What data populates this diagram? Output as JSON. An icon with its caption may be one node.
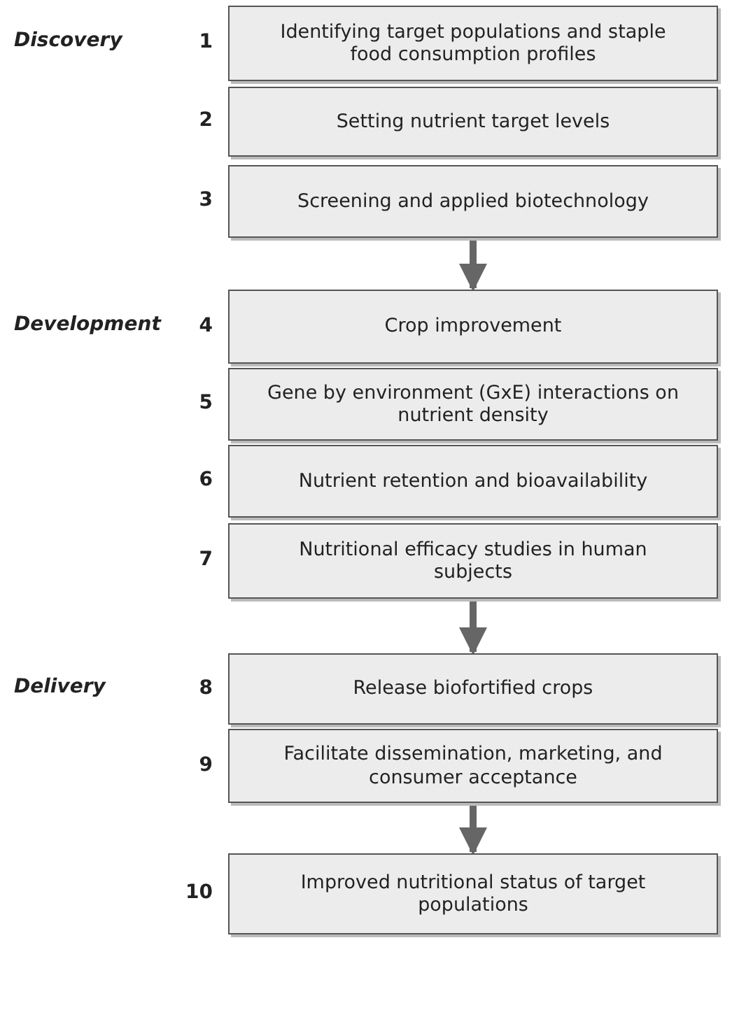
{
  "diagram": {
    "nodes": [
      {
        "text": [
          "Identifying target populations and staple food consumption profiles"
        ],
        "beside": [
          "1"
        ]
      },
      {
        "text": [
          "Setting nutrient target levels"
        ],
        "beside": [
          "2"
        ]
      },
      {
        "text": [
          "Screening and applied biotechnology"
        ],
        "beside": [
          "3"
        ]
      },
      {
        "text": [
          "Crop improvement"
        ],
        "beside": [
          "4"
        ]
      },
      {
        "text": [
          "Gene by environment (GxE) interactions on nutrient density"
        ],
        "beside": [
          "5"
        ]
      },
      {
        "text": [
          "Nutrient retention and bioavailability"
        ],
        "beside": [
          "6"
        ]
      },
      {
        "text": [
          "Nutritional efficacy studies in human subjects"
        ],
        "beside": [
          "7"
        ]
      },
      {
        "text": [
          "Release biofortified crops"
        ],
        "beside": [
          "8"
        ]
      },
      {
        "text": [
          "Facilitate dissemination, marketing, and consumer acceptance"
        ],
        "beside": [
          "9"
        ]
      },
      {
        "text": [
          "Improved nutritional status of target populations"
        ],
        "beside": [
          "10"
        ]
      }
    ],
    "edges": [
      {
        "from": 2,
        "to": 3,
        "arrow": "to"
      },
      {
        "from": 6,
        "to": 7,
        "arrow": "to"
      },
      {
        "from": 8,
        "to": 9,
        "arrow": "to"
      }
    ],
    "labels": [
      "Discovery",
      "Development",
      "Delivery"
    ]
  }
}
